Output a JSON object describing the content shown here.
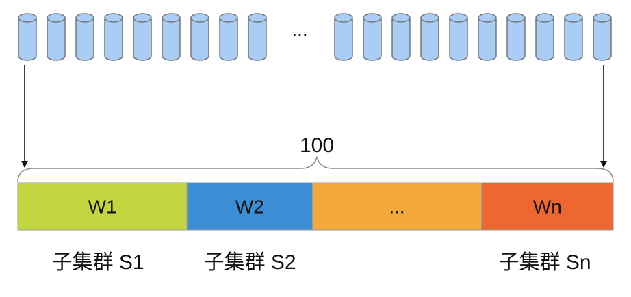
{
  "servers": {
    "left_count": 9,
    "right_count": 10,
    "ellipsis": "...",
    "fill_color": "#a9cdf5",
    "stroke_color": "#777777"
  },
  "total_label": "100",
  "segments": [
    {
      "label": "W1",
      "color": "#c2d63f",
      "share": 27
    },
    {
      "label": "W2",
      "color": "#3b8ed4",
      "share": 20
    },
    {
      "label": "...",
      "color": "#f3a93c",
      "share": 27
    },
    {
      "label": "Wn",
      "color": "#ee6630",
      "share": 21
    }
  ],
  "clusters": [
    {
      "label": "子集群 S1"
    },
    {
      "label": "子集群 S2"
    },
    {
      "label": "子集群 Sn"
    }
  ]
}
